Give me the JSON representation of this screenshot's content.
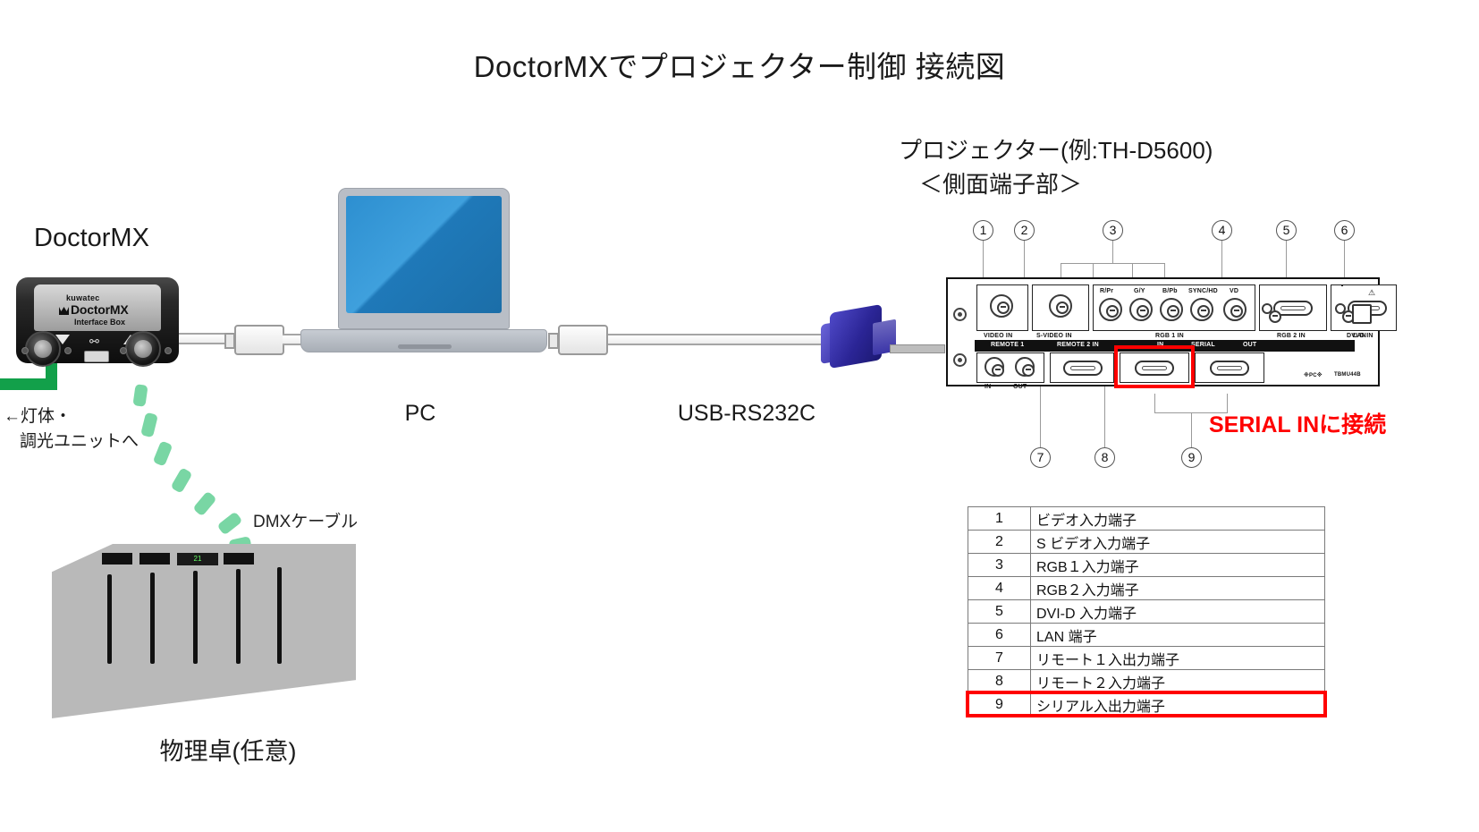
{
  "title": "DoctorMXでプロジェクター制御  接続図",
  "labels": {
    "doctormx": "DoctorMX",
    "pc": "PC",
    "usb_rs232c": "USB-RS232C",
    "lamp_line1": "←灯体・",
    "lamp_line2": "調光ユニットへ",
    "dmx_cable": "DMXケーブル",
    "physical_desk": "物理卓(任意)",
    "projector_title": "プロジェクター(例:TH-D5600)",
    "projector_subtitle": "＜側面端子部＞",
    "serial_note": "SERIAL INに接続"
  },
  "device": {
    "brand_small": "kuwatec",
    "brand": "DoctorMX",
    "subtitle": "Interface Box"
  },
  "panel": {
    "port_labels": [
      "VIDEO IN",
      "S-VIDEO IN",
      "RGB 1 IN",
      "RGB 2 IN",
      "DVI-D IN",
      "LAN",
      "REMOTE 1",
      "REMOTE 2 IN",
      "IN",
      "SERIAL",
      "OUT"
    ],
    "bnc_labels": [
      "R/Pr",
      "G/Y",
      "B/Pb",
      "SYNC/HD",
      "VD"
    ],
    "remote_sub": [
      "IN",
      "OUT"
    ],
    "model_code": "TBMU44B",
    "pc_mark": "※PC※"
  },
  "callouts": {
    "top": [
      "1",
      "2",
      "3",
      "4",
      "5",
      "6"
    ],
    "bottom": [
      "7",
      "8",
      "9"
    ]
  },
  "table": {
    "rows": [
      {
        "num": "1",
        "name": "ビデオ入力端子",
        "highlight": false
      },
      {
        "num": "2",
        "name": "S ビデオ入力端子",
        "highlight": false
      },
      {
        "num": "3",
        "name": "RGB１入力端子",
        "highlight": false
      },
      {
        "num": "4",
        "name": "RGB２入力端子",
        "highlight": false
      },
      {
        "num": "5",
        "name": "DVI-D 入力端子",
        "highlight": false
      },
      {
        "num": "6",
        "name": "LAN 端子",
        "highlight": false
      },
      {
        "num": "7",
        "name": "リモート１入出力端子",
        "highlight": false
      },
      {
        "num": "8",
        "name": "リモート２入力端子",
        "highlight": false
      },
      {
        "num": "9",
        "name": "シリアル入出力端子",
        "highlight": true
      }
    ]
  },
  "colors": {
    "accent_red": "#ff0000",
    "dmx_green": "#79d6a4",
    "power_green": "#12a04a",
    "screen_blue": "#2d8fd0"
  },
  "desk": {
    "display_value": "21"
  }
}
